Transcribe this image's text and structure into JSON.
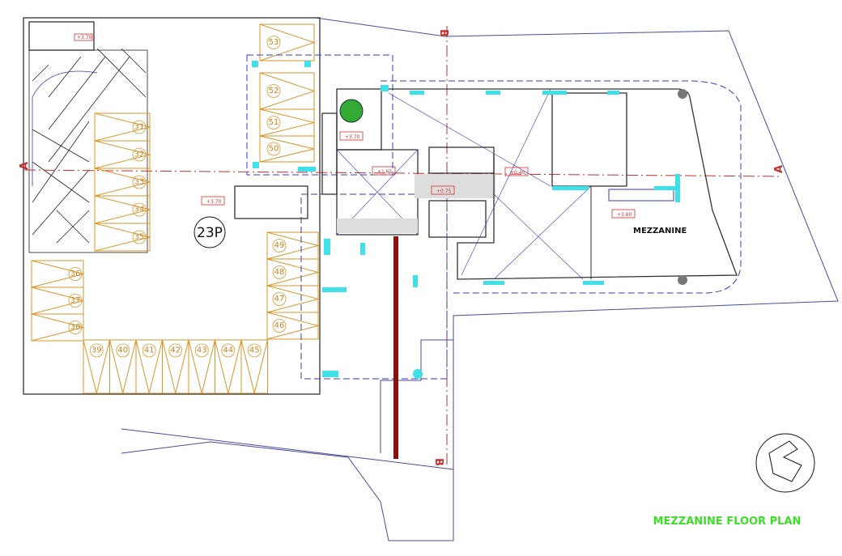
{
  "drawing": {
    "title": "MEZZANINE FLOOR PLAN",
    "room_label": "MEZZANINE",
    "parking_count_label": "23P",
    "section_a": "A",
    "section_b": "B",
    "colors": {
      "title": "#3fdc2a",
      "parking": "#d8962a",
      "walls": "#333333",
      "columns": "#3fe0e8",
      "section_axis": "#c03030",
      "site": "#4a4aa0"
    }
  },
  "parking_spots": [
    "31",
    "32",
    "33",
    "34",
    "35",
    "36",
    "37",
    "38",
    "39",
    "40",
    "41",
    "42",
    "43",
    "44",
    "45",
    "46",
    "47",
    "48",
    "49",
    "50",
    "51",
    "52",
    "53"
  ],
  "levels": [
    "+3.70",
    "+3.70",
    "+3.70",
    "+1.65",
    "+0.75",
    "+0.40",
    "+3.60"
  ]
}
